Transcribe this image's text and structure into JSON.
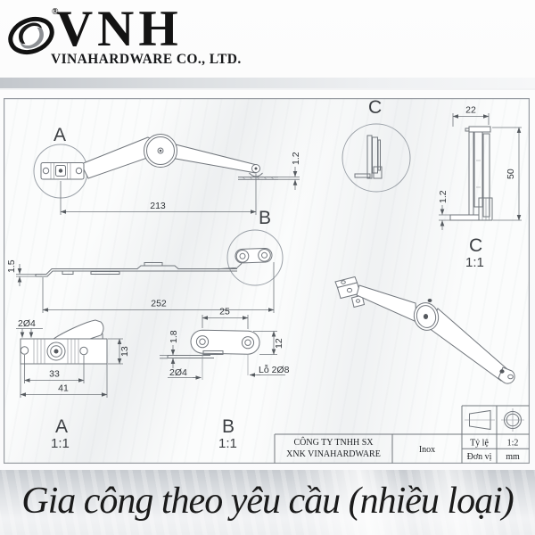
{
  "logo": {
    "brand": "VNH",
    "company": "VINAHARDWARE CO., LTD.",
    "registered": "®"
  },
  "drawing": {
    "views": {
      "assembly_top": {
        "detail_label": "A",
        "length": "213",
        "flange_thickness": "1.2",
        "detail_label_b": "B"
      },
      "assembly_side": {
        "length": "252",
        "thickness": "1.5"
      },
      "detail_a": {
        "label": "A",
        "scale": "1:1",
        "holes": "2Ø4",
        "height": "13",
        "hole_spacing": "33",
        "width": "41"
      },
      "detail_b": {
        "label": "B",
        "scale": "1:1",
        "span": "25",
        "thickness": "1.8",
        "height": "12",
        "holes_small": "2Ø4",
        "holes_large": "Lỗ 2Ø8"
      },
      "detail_c": {
        "label": "C",
        "scale": "1:1",
        "width": "22",
        "height": "50",
        "thickness": "1.2"
      }
    },
    "title_block": {
      "company_line1": "CÔNG TY TNHH SX",
      "company_line2": "XNK VINAHARDWARE",
      "material": "Inox",
      "scale_label": "Tỷ lệ",
      "scale_value": "1:2",
      "unit_label": "Đơn vị",
      "unit_value": "mm"
    }
  },
  "footer": {
    "caption": "Gia công theo yêu cầu (nhiều loại)"
  }
}
